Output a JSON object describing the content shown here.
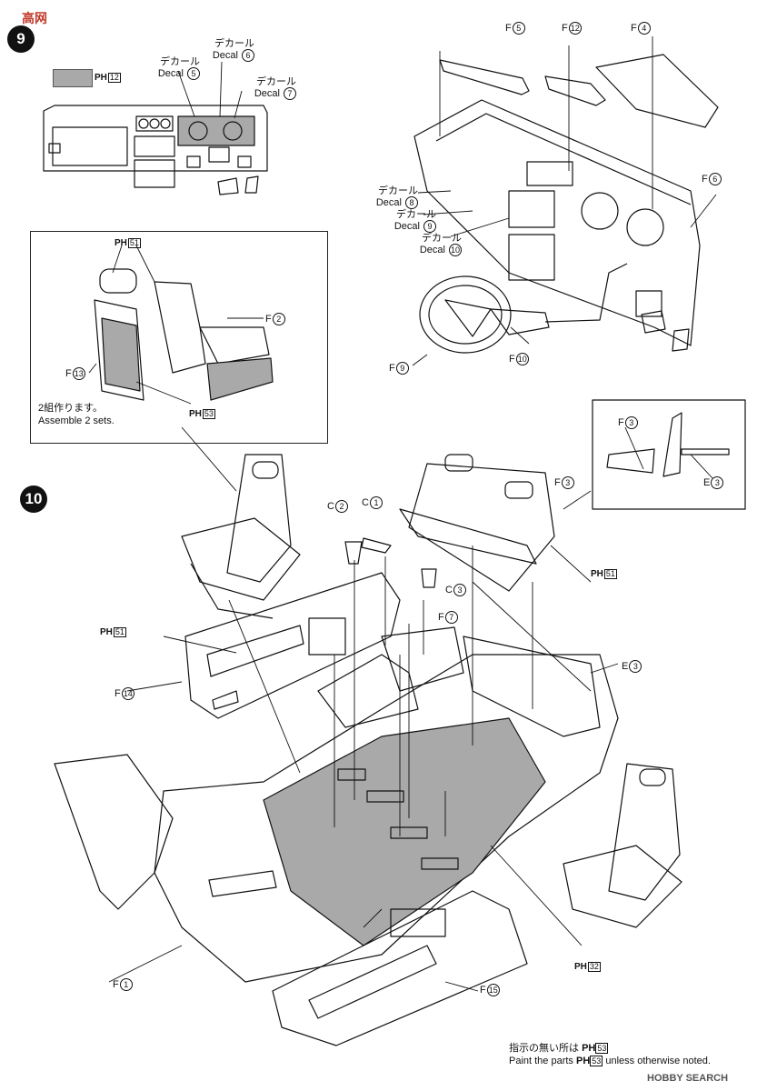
{
  "watermark_top": "高网",
  "watermark_bottom": "HOBBY SEARCH",
  "step9": {
    "number": "9"
  },
  "step10": {
    "number": "10"
  },
  "paint_swatch_code": "PH",
  "paint_swatch_num": "12",
  "decal_jp": "デカール",
  "decal_en": "Decal",
  "decal_nums": {
    "d5": "5",
    "d6": "6",
    "d7": "7",
    "d8": "8",
    "d9": "9",
    "d10": "10"
  },
  "parts": {
    "f5": {
      "letter": "F",
      "num": "5"
    },
    "f12": {
      "letter": "F",
      "num": "12"
    },
    "f4": {
      "letter": "F",
      "num": "4"
    },
    "f6": {
      "letter": "F",
      "num": "6"
    },
    "f9": {
      "letter": "F",
      "num": "9"
    },
    "f10": {
      "letter": "F",
      "num": "10"
    },
    "f2": {
      "letter": "F",
      "num": "2"
    },
    "f13": {
      "letter": "F",
      "num": "13"
    },
    "f3a": {
      "letter": "F",
      "num": "3"
    },
    "e3a": {
      "letter": "E",
      "num": "3"
    },
    "f3b": {
      "letter": "F",
      "num": "3"
    },
    "c2": {
      "letter": "C",
      "num": "2"
    },
    "c1": {
      "letter": "C",
      "num": "1"
    },
    "c3": {
      "letter": "C",
      "num": "3"
    },
    "f7": {
      "letter": "F",
      "num": "7"
    },
    "e3b": {
      "letter": "E",
      "num": "3"
    },
    "f14": {
      "letter": "F",
      "num": "14"
    },
    "f1": {
      "letter": "F",
      "num": "1"
    },
    "f15": {
      "letter": "F",
      "num": "15"
    }
  },
  "paint_codes": {
    "seat_headrest": {
      "code": "PH",
      "num": "51"
    },
    "seat_base": {
      "code": "PH",
      "num": "53"
    },
    "rear_seat": {
      "code": "PH",
      "num": "51"
    },
    "door_panel": {
      "code": "PH",
      "num": "51"
    },
    "floor": {
      "code": "PH",
      "num": "32"
    }
  },
  "inset_note_jp": "2組作ります。",
  "inset_note_en": "Assemble 2 sets.",
  "footer_jp_prefix": "指示の無い所は",
  "footer_code": "PH",
  "footer_num": "53",
  "footer_en_prefix": "Paint the parts",
  "footer_en_suffix": "unless otherwise noted.",
  "colors": {
    "paint_gray": "#a9a9a9",
    "line": "#111111"
  }
}
